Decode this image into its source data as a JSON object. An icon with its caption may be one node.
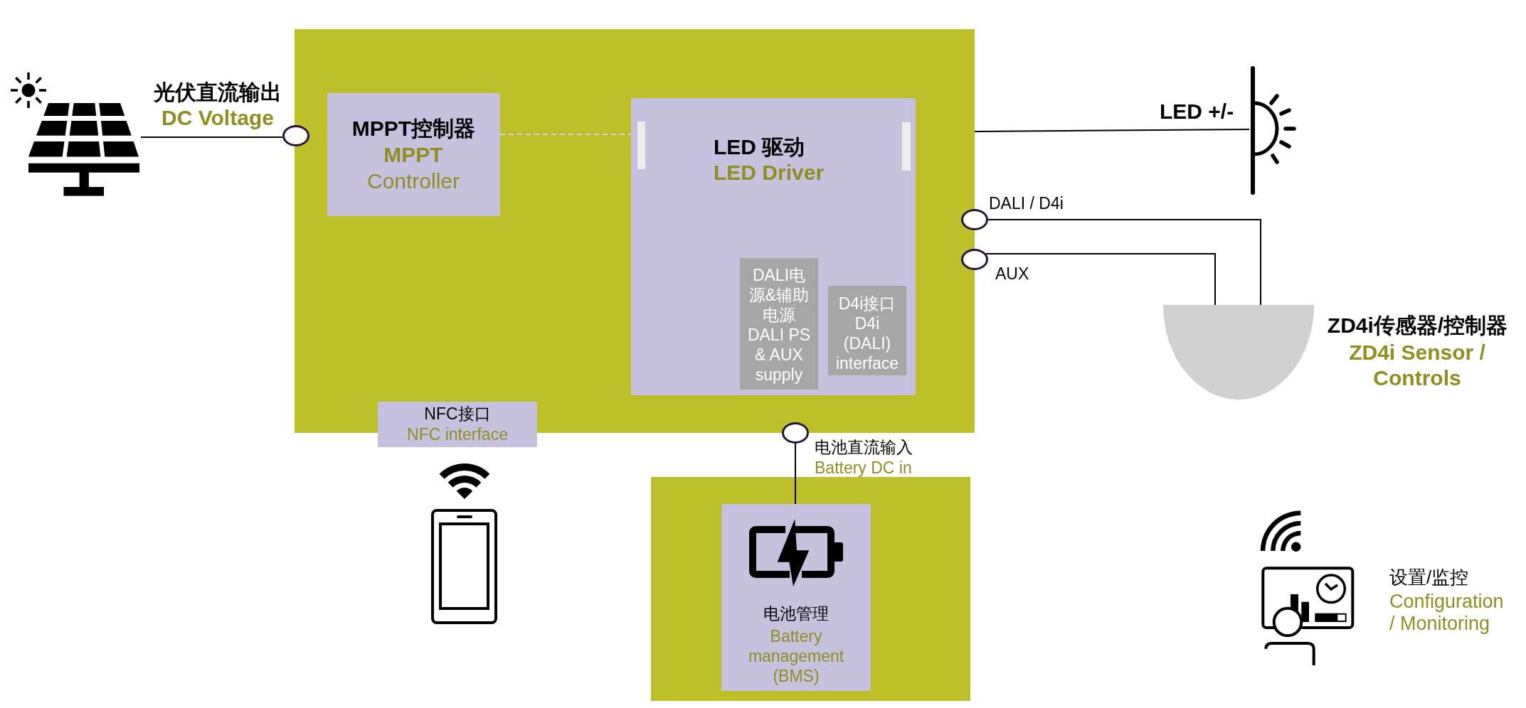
{
  "diagram": {
    "nodes": [
      {
        "text": [],
        "shape": "picture"
      },
      {
        "text": [],
        "shape": "circle",
        "beside": [
          "光伏直流输出",
          "DC Voltage"
        ]
      },
      {
        "text": [],
        "shape": "box"
      },
      {
        "text": [
          "MPPT控制器",
          "**MPPT** Controller"
        ],
        "in": 2
      },
      {
        "text": [
          "LED 驱动",
          "LED Driver"
        ],
        "in": 2
      },
      {
        "text": [
          "DALI电源&辅助电源",
          "DALI PS & AUX supply"
        ],
        "in": 4
      },
      {
        "text": [
          "D4i接口",
          "D4i (DALI) interface"
        ],
        "in": 4
      },
      {
        "text": [
          "NFC接口",
          "NFC interface"
        ]
      },
      {
        "text": [],
        "shape": "picture"
      },
      {
        "text": [],
        "shape": "circle",
        "beside": [
          "DALI / D4i"
        ]
      },
      {
        "text": [],
        "shape": "circle",
        "beside": [
          "AUX"
        ]
      },
      {
        "text": [
          "ZD4i传感器/控制器",
          "ZD4i Sensor / Controls"
        ]
      },
      {
        "text": [],
        "shape": "circle",
        "beside": [
          "电池直流输入",
          "Battery DC in"
        ]
      },
      {
        "text": [],
        "shape": "box"
      },
      {
        "text": [
          "电池管理",
          "Battery management (BMS)"
        ],
        "in": 13
      }
    ],
    "edges": [
      {
        "from": 0,
        "to": 1,
        "arrow": "none"
      },
      {
        "from": 3,
        "to": 4,
        "arrow": "none",
        "style": "dashed",
        "color": "#d8d1ea"
      },
      {
        "from": 2,
        "to": 8,
        "arrow": "none",
        "label": "LED +/-"
      },
      {
        "from": 9,
        "to": 11,
        "arrow": "none"
      },
      {
        "from": 10,
        "to": 11,
        "arrow": "none"
      },
      {
        "from": 12,
        "to": 14,
        "arrow": "none"
      }
    ],
    "labels": [
      "设置/监控",
      "Configuration / Monitoring"
    ]
  }
}
